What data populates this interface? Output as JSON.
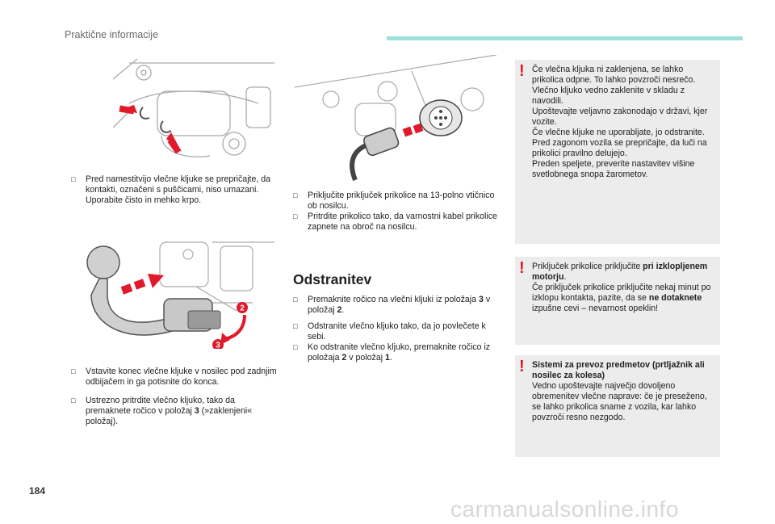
{
  "header": {
    "section": "Praktične informacije"
  },
  "page_number": "184",
  "col1": {
    "b1": "Pred namestitvijo vlečne kljuke se prepričajte, da kontakti, označeni s puščicami, niso umazani. Uporabite čisto in mehko krpo.",
    "b2": "Vstavite konec vlečne kljuke v nosilec pod zadnjim odbijačem in ga potisnite do konca.",
    "b3_a": "Ustrezno pritrdite vlečno kljuko, tako da premaknete ročico v položaj ",
    "b3_num": "3",
    "b3_b": " (»zaklenjeni« položaj).",
    "callout_2": "2",
    "callout_3": "3"
  },
  "col2": {
    "b1": "Priključite priključek prikolice na 13-polno vtičnico ob nosilcu.",
    "b2": "Pritrdite prikolico tako, da varnostni kabel prikolice zapnete na obroč na nosilcu.",
    "heading": "Odstranitev",
    "r1_a": "Premaknite ročico na vlečni kljuki iz položaja ",
    "r1_n1": "3",
    "r1_b": " v položaj ",
    "r1_n2": "2",
    "r1_c": ".",
    "r2": "Odstranite vlečno kljuko tako, da jo povlečete k sebi.",
    "r3_a": "Ko odstranite vlečno kljuko, premaknite ročico iz položaja ",
    "r3_n1": "2",
    "r3_b": " v položaj ",
    "r3_n2": "1",
    "r3_c": "."
  },
  "warnings": {
    "w1": "Če vlečna kljuka ni zaklenjena, se lahko prikolica odpne. To lahko povzroči nesrečo.\nVlečno kljuko vedno zaklenite v skladu z navodili.\nUpoštevajte veljavno zakonodajo v državi, kjer vozite.\nČe vlečne kljuke ne uporabljate, jo odstranite.\nPred zagonom vozila se prepričajte, da luči na prikolici pravilno delujejo.\nPreden speljete, preverite nastavitev višine svetlobnega snopa žarometov.",
    "w2_a": "Priključek prikolice priključite ",
    "w2_bold": "pri izklopljenem motorju",
    "w2_b": ".\nČe priključek prikolice priključite nekaj minut po izklopu kontakta, pazite, da se ",
    "w2_bold2": "ne dotaknete",
    "w2_c": " izpušne cevi – nevarnost opeklin!",
    "w3_title": "Sistemi za prevoz predmetov (prtljažnik ali nosilec za kolesa)",
    "w3_body": "Vedno upoštevajte največjo dovoljeno obremenitev vlečne naprave: če je preseženo, se lahko prikolica sname z vozila, kar lahko povzroči resno nezgodo."
  },
  "icons": {
    "bullet": "square-bullet",
    "warning": "exclamation-icon"
  },
  "colors": {
    "accent": "#9fe0df",
    "arrow": "#e01a2a",
    "warning_bg": "#ececec"
  },
  "watermark": "carmanualsonline.info"
}
